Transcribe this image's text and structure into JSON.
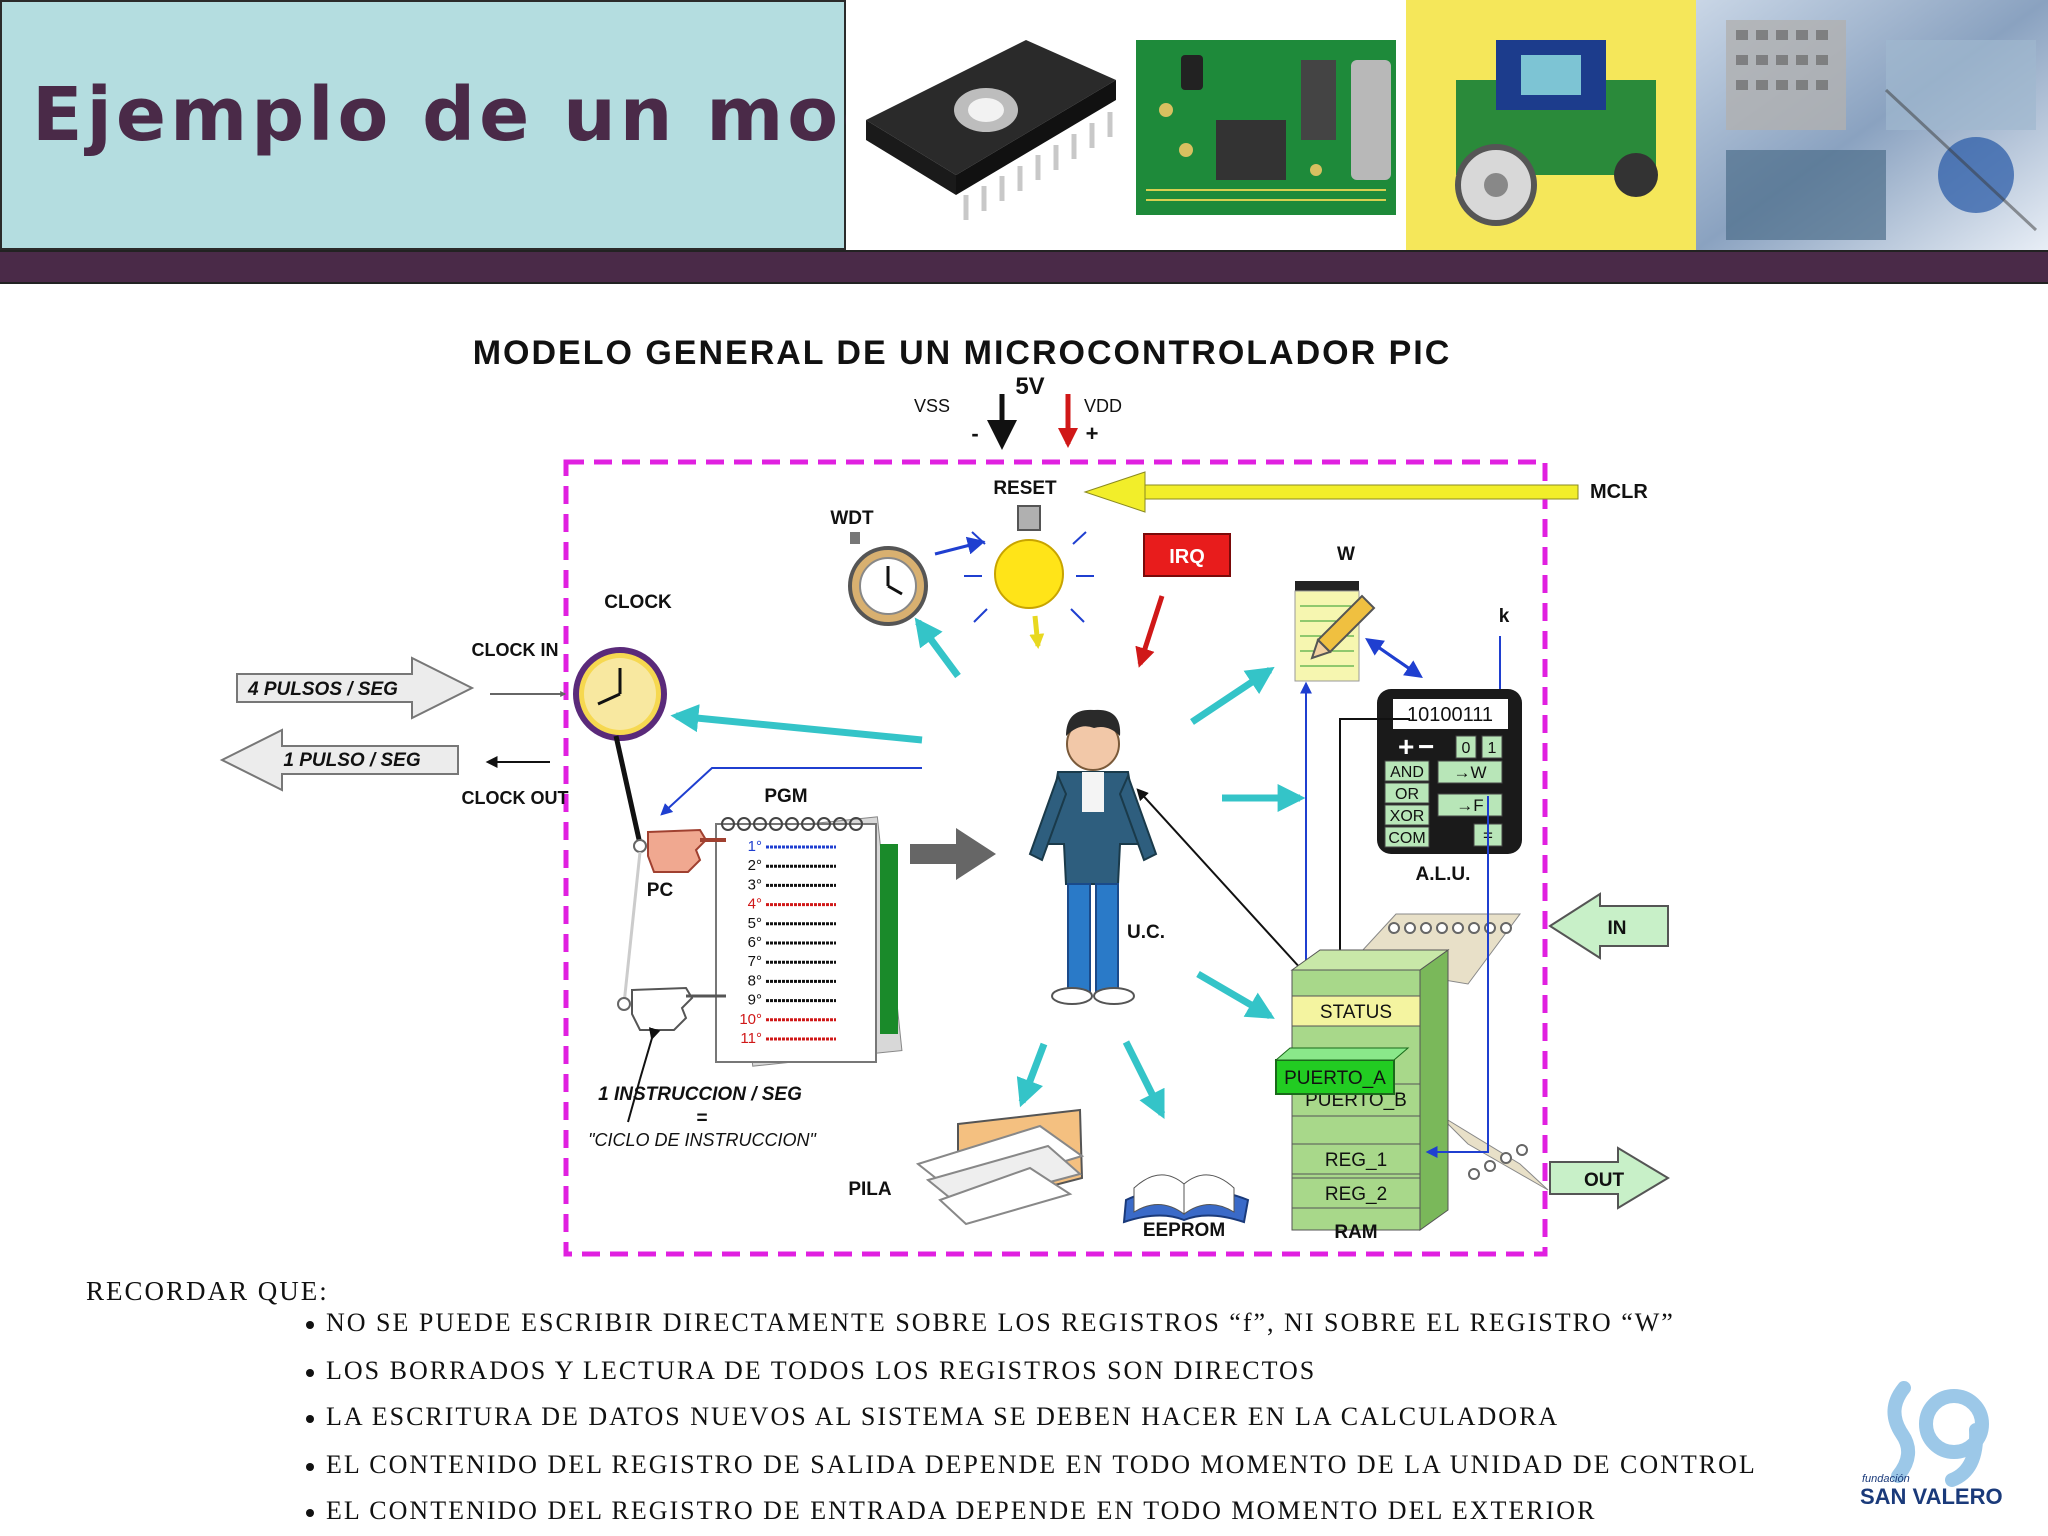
{
  "header": {
    "title": "Ejemplo de un modelo"
  },
  "diagram": {
    "title": "MODELO GENERAL DE UN MICROCONTROLADOR PIC",
    "power": {
      "vss": "VSS",
      "vdd": "VDD",
      "voltage": "5V",
      "minus": "-",
      "plus": "+"
    },
    "labels": {
      "reset": "RESET",
      "mclr": "MCLR",
      "wdt": "WDT",
      "irq": "IRQ",
      "w": "W",
      "k": "k",
      "clock": "CLOCK",
      "clock_in": "CLOCK IN",
      "clock_out": "CLOCK OUT",
      "pulses_in": "4 PULSOS / SEG",
      "pulses_out": "1 PULSO / SEG",
      "pgm": "PGM",
      "pc": "PC",
      "uc": "U.C.",
      "alu": "A.L.U.",
      "alu_display": "10100111",
      "instr_rate": "1 INSTRUCCION / SEG",
      "equals": "=",
      "instr_cycle": "\"CICLO DE INSTRUCCION\"",
      "pila": "PILA",
      "eeprom": "EEPROM",
      "ram": "RAM",
      "in": "IN",
      "out": "OUT"
    },
    "alu_keys": [
      "0",
      "1",
      "AND",
      "OR",
      "XOR",
      "COM",
      "→W",
      "→F",
      "="
    ],
    "pgm_lines": [
      {
        "num": "1°",
        "color": "#1f3fd0"
      },
      {
        "num": "2°",
        "color": "#111111"
      },
      {
        "num": "3°",
        "color": "#111111"
      },
      {
        "num": "4°",
        "color": "#d01818"
      },
      {
        "num": "5°",
        "color": "#111111"
      },
      {
        "num": "6°",
        "color": "#111111"
      },
      {
        "num": "7°",
        "color": "#111111"
      },
      {
        "num": "8°",
        "color": "#111111"
      },
      {
        "num": "9°",
        "color": "#111111"
      },
      {
        "num": "10°",
        "color": "#d01818"
      },
      {
        "num": "11°",
        "color": "#d01818"
      }
    ],
    "ram_registers": [
      "STATUS",
      "PUERTO_A",
      "PUERTO_B",
      "REG_1",
      "REG_2"
    ]
  },
  "notes": {
    "heading": "RECORDAR QUE:",
    "items": [
      "NO SE PUEDE ESCRIBIR DIRECTAMENTE SOBRE LOS REGISTROS “f”, NI SOBRE EL REGISTRO “W”",
      "LOS BORRADOS Y LECTURA DE TODOS LOS REGISTROS SON DIRECTOS",
      "LA ESCRITURA DE DATOS NUEVOS AL SISTEMA SE DEBEN HACER EN LA CALCULADORA",
      "EL CONTENIDO DEL REGISTRO DE SALIDA DEPENDE EN TODO MOMENTO DE LA UNIDAD DE CONTROL",
      "EL CONTENIDO DEL REGISTRO DE ENTRADA DEPENDE EN TODO MOMENTO DEL EXTERIOR"
    ]
  },
  "logo": {
    "small": "fundación",
    "name": "SAN VALERO"
  },
  "colors": {
    "title_text": "#4a2a48",
    "header_box": "#b4dde0",
    "header_bar": "#4a2a48",
    "dashed_border": "#e020e0",
    "arrow_teal": "#34c4c8",
    "arrow_blue": "#1f3fd0",
    "mclr_arrow": "#f2ee2a",
    "irq": "#e81c1c",
    "ram_green": "#a8d88a",
    "puerto_a": "#22cc22",
    "status": "#f4f4a0"
  }
}
